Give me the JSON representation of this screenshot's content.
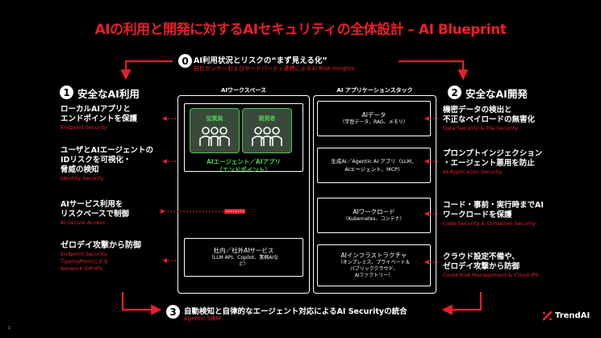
{
  "title": "AIの利用と開発に対するAIセキュリティの全体設計 – AI Blueprint",
  "step0": {
    "num": "0",
    "title": "AI利用状況とリスクの“まず見える化”",
    "sub": "自社センサーおよびサードパーティ連携によるAI Risk Insights"
  },
  "step1": {
    "num": "1",
    "title": "安全なAI利用",
    "items": [
      {
        "title_lines": [
          "ローカルAIアプリと",
          "エンドポイントを保護"
        ],
        "sub": "Endpoint Security"
      },
      {
        "title_lines": [
          "ユーザとAIエージェントの",
          "IDリスクを可視化・",
          "脅威の検知"
        ],
        "sub": "Identity Security"
      },
      {
        "title_lines": [
          "AIサービス利用を",
          "リスクベースで制御"
        ],
        "sub": "AI Secure Access"
      },
      {
        "title_lines": [
          "ゼロデイ攻撃から防御"
        ],
        "sub_lines": [
          "Endpoint Security",
          "TippingPointによる",
          "Network IDP/IPS"
        ]
      }
    ]
  },
  "step2": {
    "num": "2",
    "title": "安全なAI開発",
    "items": [
      {
        "title_lines": [
          "機密データの検出と",
          "不正なペイロードの無害化"
        ],
        "sub": "Data Security & File Security"
      },
      {
        "title_lines": [
          "プロンプトインジェクション",
          "・エージェント悪用を防止"
        ],
        "sub": "AI Application Security"
      },
      {
        "title_lines": [
          "コード・事前・実行時までAI",
          "ワークロードを保護"
        ],
        "sub": "Code Security & Container Security"
      },
      {
        "title_lines": [
          "クラウド設定不備や、",
          "ゼロデイ攻撃から防御"
        ],
        "sub": "Could Risk Management & Cloud IPS"
      }
    ]
  },
  "step3": {
    "num": "3",
    "title": "自動検知と自律的なエージェント対応によるAI Securityの統合",
    "sub": "Agentic SIEM"
  },
  "workspace": {
    "label": "AIワークスペース",
    "users": [
      "従業員",
      "開発者"
    ],
    "agent_lines": [
      "AIエージェント／AIアプリ",
      "（エンドポイント）"
    ],
    "services_title": "社内／社外AIサービス",
    "services_lines": [
      "（LLM API、Copilot、業務AIな",
      "ど）"
    ]
  },
  "appstack": {
    "label": "AI アプリケーションスタック",
    "boxes": [
      {
        "title": "AIデータ",
        "sub_lines": [
          "（学習データ、RAG、メモリ）"
        ]
      },
      {
        "title": "生成AI／Agentic AI アプリ（LLM、",
        "sub_lines": [
          "AIエージェント、MCP）"
        ]
      },
      {
        "title": "AIワークロード",
        "sub_lines": [
          "（Kubernetes、コンテナ）"
        ]
      },
      {
        "title": "AIインフラストラクチャ",
        "sub_lines": [
          "（オンプレミス、プライベート＆",
          "パブリッククラウド、",
          "AIファクトリー）"
        ]
      }
    ]
  },
  "brand": {
    "name": "TrendAI"
  },
  "page_number": "1",
  "colors": {
    "accent": "#e8202a",
    "green": "#4ec94e",
    "background": "#000000"
  },
  "icons": [
    "person-group-icon",
    "trendai-logo-icon"
  ]
}
